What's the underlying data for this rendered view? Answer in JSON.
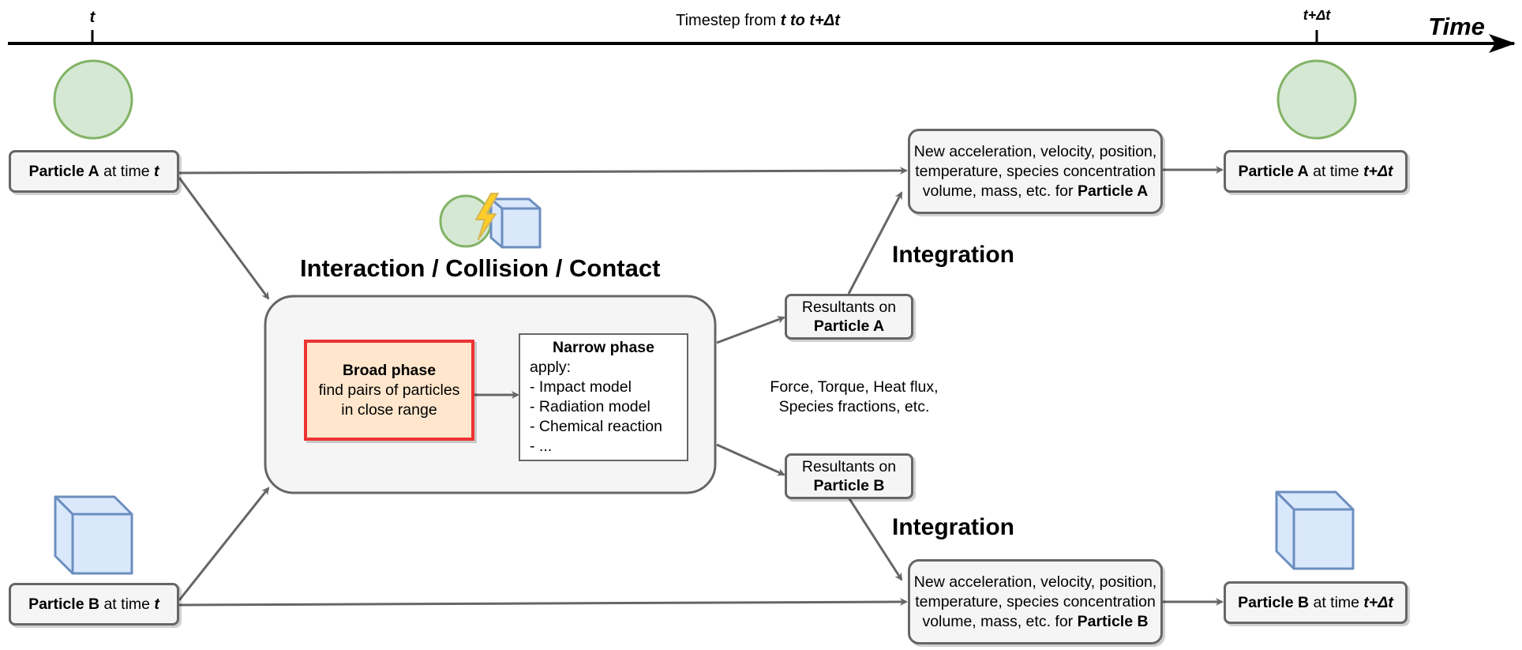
{
  "timeline": {
    "tick_start": "t",
    "tick_end": "t+Δt",
    "timestep_prefix": "Timestep from ",
    "timestep_t": "t",
    "timestep_to": " to ",
    "timestep_end": "t+Δt",
    "axis_label": "Time"
  },
  "particle_a_start": {
    "name": "Particle A",
    "middle": " at time ",
    "time": "t"
  },
  "particle_b_start": {
    "name": "Particle B",
    "middle": " at time ",
    "time": "t"
  },
  "particle_a_end": {
    "name": "Particle A",
    "middle": " at time ",
    "time": "t+Δt"
  },
  "particle_b_end": {
    "name": "Particle B",
    "middle": " at time ",
    "time": "t+Δt"
  },
  "interaction": {
    "title": "Interaction / Collision / Contact",
    "broad_phase": {
      "title": "Broad phase",
      "line1": "find pairs of particles",
      "line2": "in close range"
    },
    "narrow_phase": {
      "title": "Narrow phase",
      "items": [
        "apply:",
        "- Impact model",
        "- Radiation model",
        "- Chemical reaction",
        "- ..."
      ]
    }
  },
  "resultants_a": {
    "line1": "Resultants on",
    "line2": "Particle A"
  },
  "resultants_b": {
    "line1": "Resultants on",
    "line2": "Particle B"
  },
  "forces_note": {
    "line1": "Force, Torque, Heat flux,",
    "line2": "Species fractions, etc."
  },
  "integration_label": "Integration",
  "update_a": {
    "line1": "New acceleration, velocity, position,",
    "line2": "temperature, species concentration",
    "line3_prefix": "volume, mass, etc. for ",
    "line3_bold": "Particle A"
  },
  "update_b": {
    "line1": "New acceleration, velocity, position,",
    "line2": "temperature, species concentration",
    "line3_prefix": "volume, mass, etc. for ",
    "line3_bold": "Particle B"
  },
  "colors": {
    "sphere_fill": "#d5e8d4",
    "sphere_stroke": "#82b366",
    "cube_fill": "#dae8fc",
    "cube_stroke": "#6c8ebf",
    "broad_fill": "#ffe6cc",
    "broad_stroke": "#ee3333",
    "arrow": "#666666",
    "lightning_fill": "#ffcd28",
    "lightning_stroke": "#d6b656"
  },
  "icons": [
    "sphere-icon",
    "cube-icon",
    "collision-icon",
    "lightning-icon"
  ]
}
